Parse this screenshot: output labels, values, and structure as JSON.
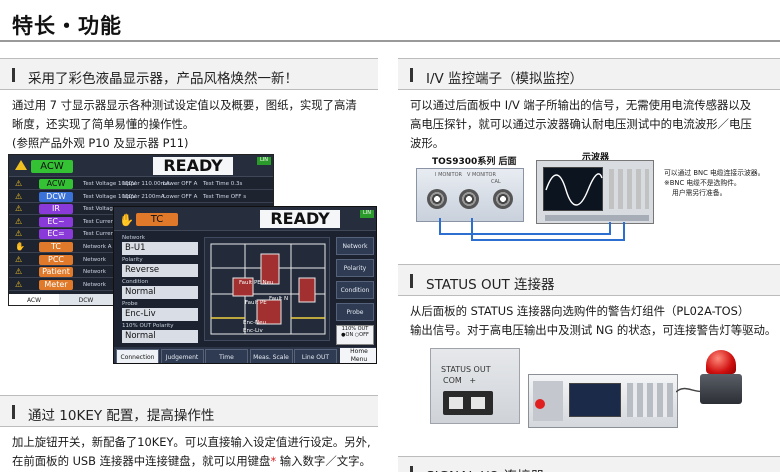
{
  "page": {
    "title": "特长・功能"
  },
  "left": {
    "lcd": {
      "heading": "采用了彩色液晶显示器，产品风格焕然一新！",
      "lines": [
        "通过用 7 寸显示器显示各种测试设定值以及概要，图纸，实现了高清",
        "晰度，还实现了简单易懂的操作性。",
        "(参照产品外观 P10 及显示器 P11)"
      ]
    },
    "tenkey": {
      "heading": "通过 10KEY 配置，提高操作性",
      "lines": [
        "加上旋钮开关，新配备了10KEY。可以直接输入设定值进行设定。另外,",
        "在前面板的 USB 连接器中连接键盘，就可以用键盘",
        "*",
        " 输入数字／文字。"
      ]
    }
  },
  "right": {
    "iv": {
      "heading": "I/V 监控端子（模拟监控）",
      "lines": [
        "可以通过后面板中 I/V 端子所输出的信号，无需使用电流传感器以及",
        "高电压探针，就可以通过示波器确认耐电压测试中的电流波形／电压",
        "波形。"
      ],
      "panel_label": "TOS9300系列 后面",
      "scope_label": "示波器",
      "note": [
        "可以通过 BNC 电缆连接示波器。",
        "※BNC 电缆不是选购件。",
        "用户需另行准备。"
      ],
      "panel_text": [
        "I MONITOR",
        "V MONITOR",
        "CAL"
      ]
    },
    "status": {
      "heading": "STATUS OUT 连接器",
      "lines": [
        "从后面板的 STATUS 连接器向选购件的警告灯组件（PL02A-TOS）",
        "输出信号。对于高电压输出中及测试 NG 的状态，可连接警告灯等驱动。"
      ],
      "photo_label": [
        "STATUS OUT",
        "COM   +"
      ]
    },
    "signal": {
      "heading": "SIGNAL I/O 连接器"
    }
  },
  "screen_back": {
    "ready": "READY",
    "badge": "LIN",
    "main_mode": "ACW",
    "modes": [
      "ACW",
      "DCW",
      "IR",
      "EC~",
      "EC=",
      "TC",
      "PCC",
      "Patient",
      "Meter"
    ],
    "row_labels": [
      [
        "Test Voltage 1000V",
        "Upper 110.00mA",
        "Lower OFF A",
        "Test Time 0.3s"
      ],
      [
        "Test Voltage 1000V",
        "Upper 2100mA",
        "Lower OFF A",
        "Test Time OFF s"
      ],
      [
        "Test Voltage 1000V",
        "",
        "",
        ""
      ],
      [
        "Test Current 5.0A",
        "",
        "",
        ""
      ],
      [
        "Test Current 5.0A",
        "",
        "",
        ""
      ],
      [
        "Network A",
        "",
        "",
        ""
      ],
      [
        "Network",
        "",
        "",
        ""
      ],
      [
        "Network",
        "",
        "",
        ""
      ],
      [
        "Network",
        "",
        "",
        ""
      ]
    ],
    "tabs": [
      "ACW",
      "DCW"
    ]
  },
  "screen_front": {
    "mode": "TC",
    "ready": "READY",
    "badge": "LIN",
    "fields": [
      {
        "label": "Network",
        "value": "B-U1"
      },
      {
        "label": "Polarity",
        "value": "Reverse"
      },
      {
        "label": "Condition",
        "value": "Normal"
      },
      {
        "label": "Probe",
        "value": "Enc-Liv"
      },
      {
        "label": "110% OUT Polarity",
        "value": "Normal"
      }
    ],
    "side_buttons": [
      "Network",
      "Polarity",
      "Condition",
      "Probe"
    ],
    "out_label": "110% OUT",
    "out_on": "●ON",
    "out_off": "○OFF",
    "bottom_tabs": [
      "Connection",
      "Judgement",
      "Time",
      "Meas. Scale",
      "Line OUT"
    ],
    "home": [
      "Home",
      "Menu"
    ],
    "diagram_labels": [
      "Fault PE Neu",
      "Fault PE",
      "Fault N",
      "Enc-Neu",
      "Enc-Liv"
    ]
  },
  "device_screen": {
    "line": ""
  },
  "colors": {
    "accent": "#e02020",
    "chip_green": "#34c234",
    "chip_blue": "#3a72d8",
    "chip_purple": "#8a3ad8",
    "chip_orange": "#e07a2a"
  }
}
